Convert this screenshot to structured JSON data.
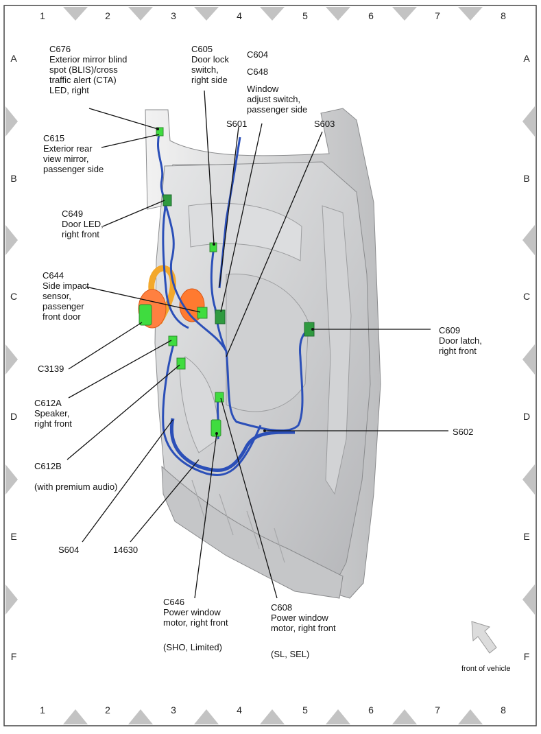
{
  "grid": {
    "columns": [
      "1",
      "2",
      "3",
      "4",
      "5",
      "6",
      "7",
      "8"
    ],
    "rows": [
      "A",
      "B",
      "C",
      "D",
      "E",
      "F"
    ]
  },
  "labels": {
    "c676": [
      "C676",
      "Exterior mirror blind",
      "spot (BLIS)/cross",
      "traffic alert (CTA)",
      "LED, right"
    ],
    "c605": [
      "C605",
      "Door lock",
      "switch,",
      "right side"
    ],
    "c604": [
      "C604"
    ],
    "c648": [
      "C648"
    ],
    "window_switch": [
      "Window",
      "adjust switch,",
      "passenger side"
    ],
    "s601": [
      "S601"
    ],
    "s603": [
      "S603"
    ],
    "c615": [
      "C615",
      "Exterior rear",
      "view mirror,",
      "passenger side"
    ],
    "c649": [
      "C649",
      "Door LED,",
      "right front"
    ],
    "c644": [
      "C644",
      "Side impact",
      "sensor,",
      "passenger",
      "front door"
    ],
    "c609": [
      "C609",
      "Door latch,",
      "right front"
    ],
    "c3139": [
      "C3139"
    ],
    "c612a": [
      "C612A",
      "Speaker,",
      "right front"
    ],
    "s602": [
      "S602"
    ],
    "c612b": [
      "C612B"
    ],
    "c612b_note": [
      "(with premium audio)"
    ],
    "s604": [
      "S604"
    ],
    "w14630": [
      "14630"
    ],
    "c646": [
      "C646",
      "Power window",
      "motor, right front"
    ],
    "c646_note": [
      "(SHO, Limited)"
    ],
    "c608": [
      "C608",
      "Power window",
      "motor, right front"
    ],
    "c608_note": [
      "(SL, SEL)"
    ],
    "front_of_vehicle": [
      "front of vehicle"
    ]
  },
  "colors": {
    "connector": "#3fdc3f",
    "connector_dark": "#2f8a2f",
    "harness": "#2b4fb8",
    "sensor": "#ff7a30",
    "panel": "#d7d8da",
    "grid_arrow": "#c3c3c3"
  }
}
